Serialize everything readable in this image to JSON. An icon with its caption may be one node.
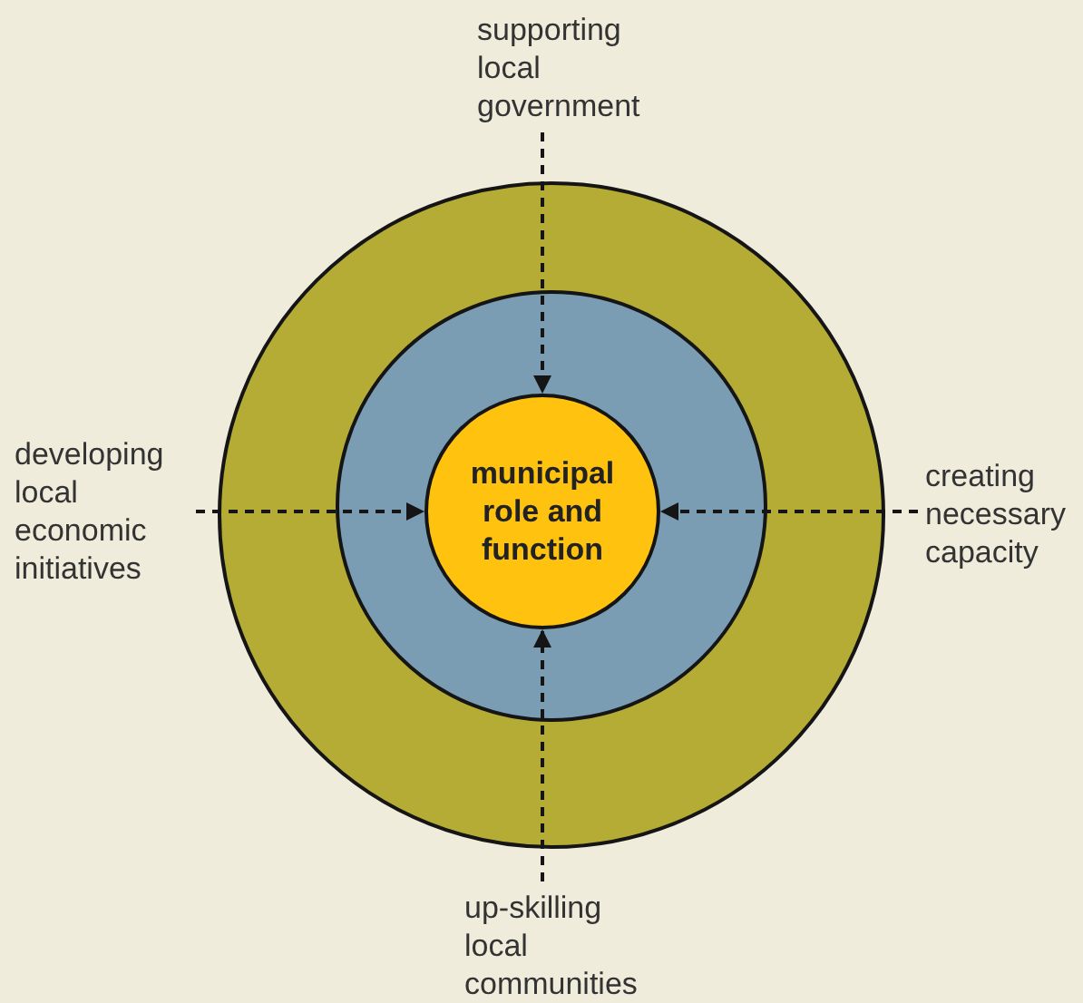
{
  "diagram": {
    "nodes": [
      {
        "text": [],
        "shape": "circle"
      },
      {
        "text": [],
        "shape": "circle",
        "in": 0
      },
      {
        "text": [
          "municipal role and function"
        ],
        "in": 1
      },
      {
        "text": [
          "supporting local government"
        ]
      },
      {
        "text": [
          "developing local economic initiatives"
        ]
      },
      {
        "text": [
          "creating necessary capacity"
        ]
      },
      {
        "text": [
          "up-skilling local communities"
        ]
      }
    ],
    "edges": [
      {
        "from": 3,
        "to": 2,
        "arrow": "to",
        "style": "dashed"
      },
      {
        "from": 4,
        "to": 2,
        "arrow": "to",
        "style": "dashed"
      },
      {
        "from": 5,
        "to": 2,
        "arrow": "to",
        "style": "dashed"
      },
      {
        "from": 6,
        "to": 2,
        "arrow": "to",
        "style": "dashed"
      }
    ]
  }
}
